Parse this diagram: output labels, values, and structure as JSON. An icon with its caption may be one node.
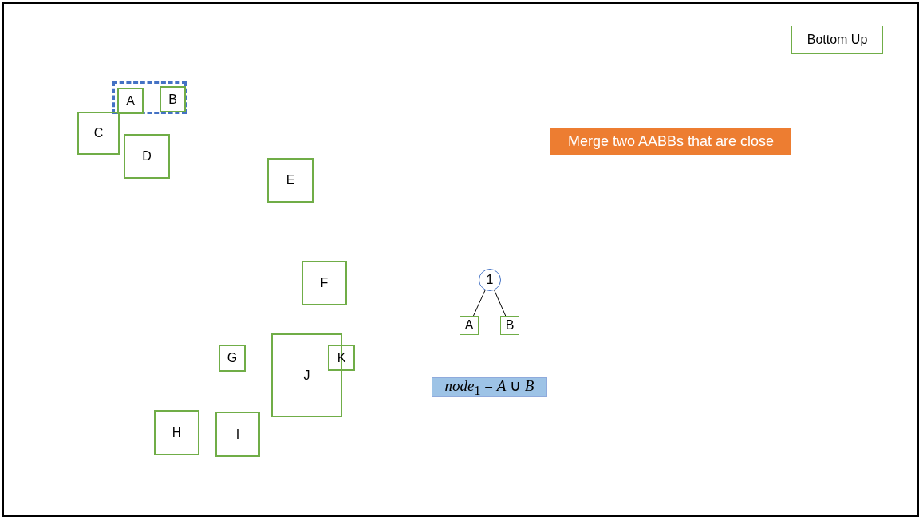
{
  "diagram": {
    "nodes": [
      {
        "text": [
          "Bottom Up"
        ]
      },
      {
        "text": [],
        "shape": "box"
      },
      {
        "text": [
          "A"
        ],
        "in": 1
      },
      {
        "text": [
          "B"
        ],
        "in": 1
      },
      {
        "text": [
          "C"
        ]
      },
      {
        "text": [
          "Merge two AABBs that are close"
        ]
      },
      {
        "text": [
          "D"
        ]
      },
      {
        "text": [
          "E"
        ]
      },
      {
        "text": [
          "F"
        ]
      },
      {
        "text": [
          "1"
        ]
      },
      {
        "text": [
          "A"
        ]
      },
      {
        "text": [
          "B"
        ]
      },
      {
        "text": [
          "G"
        ]
      },
      {
        "text": [
          "J"
        ]
      },
      {
        "text": [
          "K"
        ]
      },
      {
        "text": [
          "*node*$_{1}$ = *A* ∪ *B*"
        ]
      },
      {
        "text": [
          "H"
        ]
      },
      {
        "text": [
          "I"
        ]
      }
    ],
    "edges": [
      {
        "from": 9,
        "to": 10,
        "arrow": "none"
      },
      {
        "from": 9,
        "to": 11,
        "arrow": "none"
      }
    ]
  }
}
